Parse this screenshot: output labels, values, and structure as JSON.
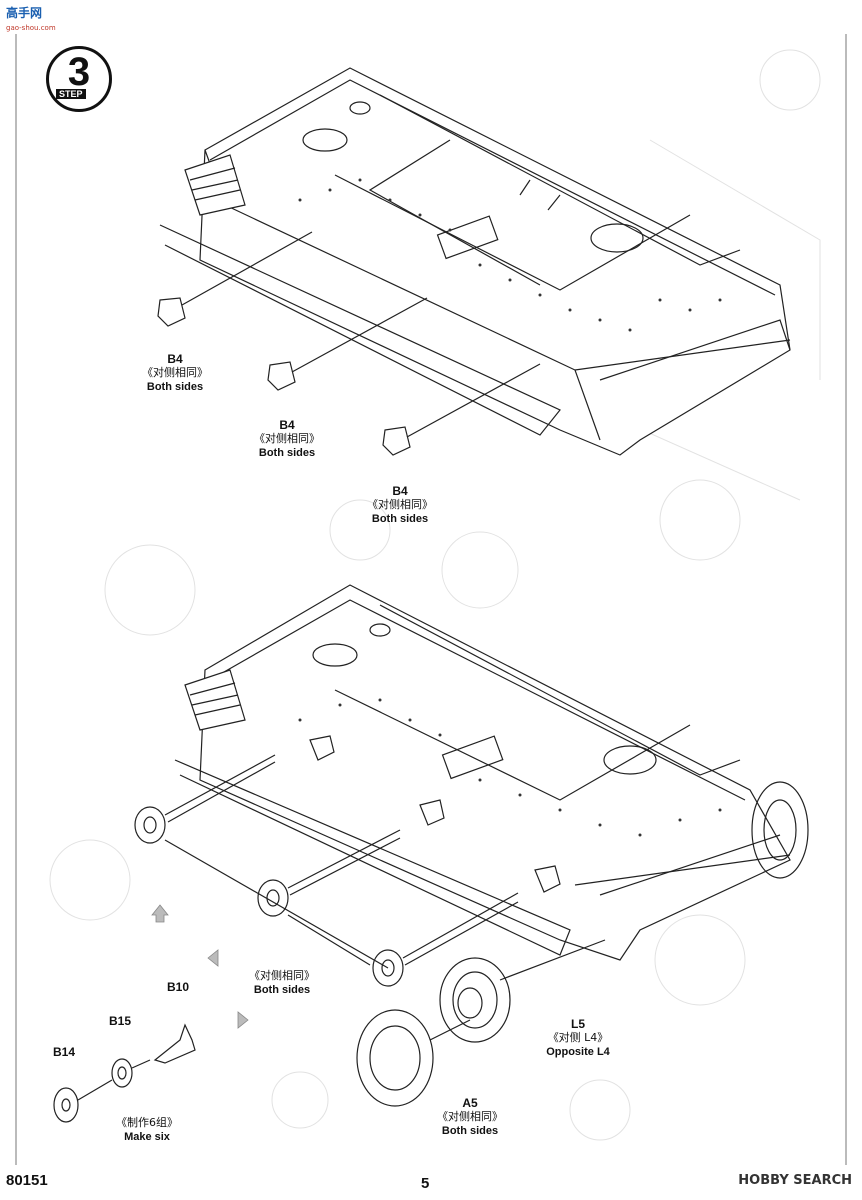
{
  "watermark_top": "高手网",
  "watermark_top_sub": "gao-shou.com",
  "step": {
    "word": "STEP",
    "number": "3"
  },
  "top_labels": [
    {
      "code": "B4",
      "cn": "《对侧相同》",
      "en": "Both sides"
    },
    {
      "code": "B4",
      "cn": "《对侧相同》",
      "en": "Both sides"
    },
    {
      "code": "B4",
      "cn": "《对侧相同》",
      "en": "Both sides"
    }
  ],
  "bottom_labels": {
    "wheels": {
      "cn": "《对侧相同》",
      "en": "Both sides"
    },
    "l5": {
      "code": "L5",
      "cn": "《对侧 L4》",
      "en": "Opposite L4"
    },
    "a5": {
      "code": "A5",
      "cn": "《对侧相同》",
      "en": "Both sides"
    },
    "b10": {
      "code": "B10"
    },
    "b15": {
      "code": "B15"
    },
    "b14": {
      "code": "B14"
    },
    "make_six": {
      "cn": "《制作6组》",
      "en": "Make six"
    }
  },
  "footer": {
    "kit_number": "80151",
    "page_number": "5",
    "watermark": "HOBBY SEARCH"
  }
}
